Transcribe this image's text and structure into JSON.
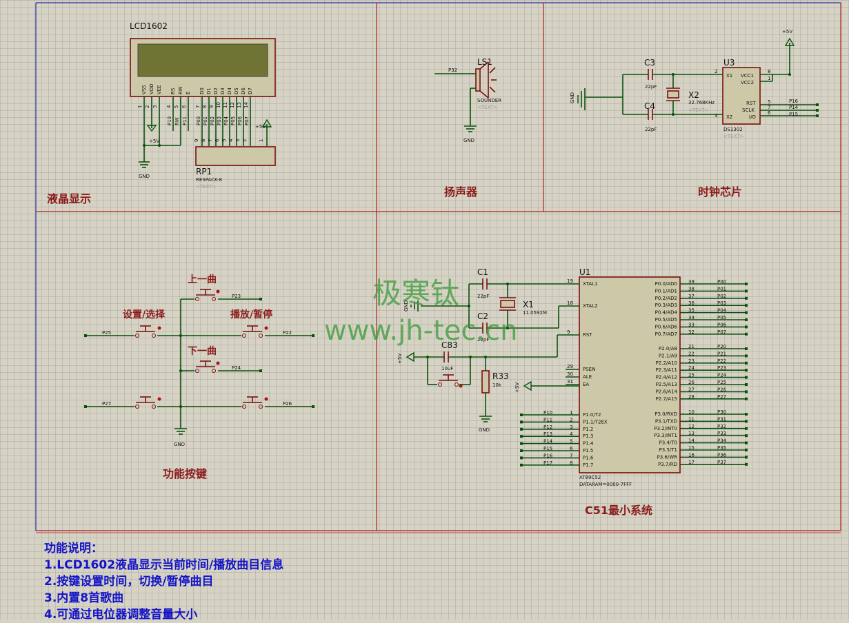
{
  "sections": {
    "lcd": "液晶显示",
    "speaker": "扬声器",
    "clock": "时钟芯片",
    "keys": "功能按键",
    "mcu": "C51最小系统"
  },
  "watermark": {
    "cn": "极寒钛",
    "url": "www.jh-tec.cn"
  },
  "lcd": {
    "ref": "LCD1602",
    "pins": [
      "VSS",
      "VDD",
      "VEE",
      "RS",
      "RW",
      "E",
      "D0",
      "D1",
      "D2",
      "D3",
      "D4",
      "D5",
      "D6",
      "D7"
    ],
    "pin_numbers": [
      "1",
      "2",
      "3",
      "4",
      "5",
      "6",
      "7",
      "8",
      "9",
      "10",
      "11",
      "12",
      "13",
      "14"
    ],
    "nets": [
      "P10",
      "RW",
      "P11",
      "P00",
      "P01",
      "P02",
      "P03",
      "P04",
      "P05",
      "P06",
      "P07"
    ],
    "rp_ref": "RP1",
    "rp_value": "RESPACK-8",
    "rp_pins": [
      "9",
      "8",
      "7",
      "6",
      "5",
      "4",
      "3",
      "2",
      "1"
    ],
    "vcc": "+5V",
    "gnd": "GND",
    "text_placeholder": "<TEXT>"
  },
  "speaker": {
    "ref": "LS1",
    "value": "SOUNDER",
    "net": "P32",
    "gnd": "GND",
    "text_placeholder": "<TEXT>"
  },
  "clock": {
    "c3": "C3",
    "c4": "C4",
    "cap": "22pF",
    "x2": "X2",
    "x2_value": "32.768KHz",
    "u3": "U3",
    "u3_value": "DS1302",
    "pins_left": [
      "X1",
      "X2"
    ],
    "pins_right": [
      "VCC1",
      "VCC2",
      "RST",
      "SCLK",
      "I/O"
    ],
    "pin_nums": [
      "2",
      "3",
      "8",
      "1",
      "5",
      "7",
      "6"
    ],
    "nets": [
      "P16",
      "P14",
      "P15"
    ],
    "vcc": "+5V",
    "gnd": "GND",
    "text_placeholder": "<TEXT>"
  },
  "keys": {
    "up": "上一曲",
    "set": "设置/选择",
    "play": "播放/暂停",
    "down": "下一曲",
    "nets": [
      "P23",
      "P25",
      "P22",
      "P24",
      "P27",
      "P26"
    ],
    "gnd": "GND"
  },
  "mcu": {
    "c1": "C1",
    "c2": "C2",
    "cap": "22pF",
    "x1": "X1",
    "x1_value": "11.0592M",
    "c83": "C83",
    "c83_value": "10uF",
    "r33": "R33",
    "r33_value": "10k",
    "u1": "U1",
    "u1_value": "AT89C52",
    "u1_dataram": "DATARAM=0000-7FFF",
    "left_pins": [
      {
        "num": "19",
        "name": "XTAL1"
      },
      {
        "num": "18",
        "name": "XTAL2"
      },
      {
        "num": "9",
        "name": "RST"
      },
      {
        "num": "29",
        "name": "PSEN"
      },
      {
        "num": "30",
        "name": "ALE"
      },
      {
        "num": "31",
        "name": "EA"
      }
    ],
    "p1_pins": [
      {
        "num": "1",
        "name": "P1.0/T2",
        "net": "P10"
      },
      {
        "num": "2",
        "name": "P1.1/T2EX",
        "net": "P11"
      },
      {
        "num": "3",
        "name": "P1.2",
        "net": "P12"
      },
      {
        "num": "4",
        "name": "P1.3",
        "net": "P13"
      },
      {
        "num": "5",
        "name": "P1.4",
        "net": "P14"
      },
      {
        "num": "6",
        "name": "P1.5",
        "net": "P15"
      },
      {
        "num": "7",
        "name": "P1.6",
        "net": "P16"
      },
      {
        "num": "8",
        "name": "P1.7",
        "net": "P17"
      }
    ],
    "p0_pins": [
      {
        "num": "39",
        "name": "P0.0/AD0",
        "net": "P00"
      },
      {
        "num": "38",
        "name": "P0.1/AD1",
        "net": "P01"
      },
      {
        "num": "37",
        "name": "P0.2/AD2",
        "net": "P02"
      },
      {
        "num": "36",
        "name": "P0.3/AD3",
        "net": "P03"
      },
      {
        "num": "35",
        "name": "P0.4/AD4",
        "net": "P04"
      },
      {
        "num": "34",
        "name": "P0.5/AD5",
        "net": "P05"
      },
      {
        "num": "33",
        "name": "P0.6/AD6",
        "net": "P06"
      },
      {
        "num": "32",
        "name": "P0.7/AD7",
        "net": "P07"
      }
    ],
    "p2_pins": [
      {
        "num": "21",
        "name": "P2.0/A8",
        "net": "P20"
      },
      {
        "num": "22",
        "name": "P2.1/A9",
        "net": "P21"
      },
      {
        "num": "23",
        "name": "P2.2/A10",
        "net": "P22"
      },
      {
        "num": "24",
        "name": "P2.3/A11",
        "net": "P23"
      },
      {
        "num": "25",
        "name": "P2.4/A12",
        "net": "P24"
      },
      {
        "num": "26",
        "name": "P2.5/A13",
        "net": "P25"
      },
      {
        "num": "27",
        "name": "P2.6/A14",
        "net": "P26"
      },
      {
        "num": "28",
        "name": "P2.7/A15",
        "net": "P27"
      }
    ],
    "p3_pins": [
      {
        "num": "10",
        "name": "P3.0/RXD",
        "net": "P30"
      },
      {
        "num": "11",
        "name": "P3.1/TXD",
        "net": "P31"
      },
      {
        "num": "12",
        "name": "P3.2/INT0",
        "net": "P32"
      },
      {
        "num": "13",
        "name": "P3.3/INT1",
        "net": "P33"
      },
      {
        "num": "14",
        "name": "P3.4/T0",
        "net": "P34"
      },
      {
        "num": "15",
        "name": "P3.5/T1",
        "net": "P35"
      },
      {
        "num": "16",
        "name": "P3.6/WR",
        "net": "P36"
      },
      {
        "num": "17",
        "name": "P3.7/RD",
        "net": "P37"
      }
    ],
    "vcc": "+5V",
    "gnd": "GND"
  },
  "notes": [
    "功能说明：",
    "1.LCD1602液晶显示当前时间/播放曲目信息",
    "2.按键设置时间，切换/暂停曲目",
    "3.内置8首歌曲",
    "4.可通过电位器调整音量大小"
  ]
}
